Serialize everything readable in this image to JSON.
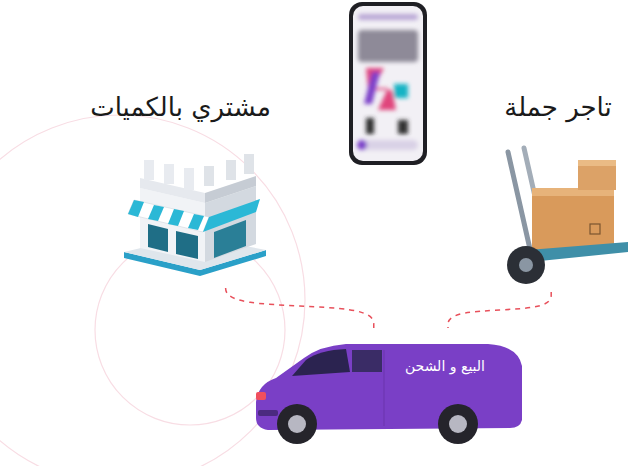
{
  "diagram": {
    "nodes": [
      {
        "text": [
          "مشتري بالكميات"
        ]
      },
      {
        "text": [
          "تاجر جملة"
        ]
      },
      {
        "text": [
          "البيع و الشحن"
        ]
      }
    ],
    "edges": [
      {
        "from": 1,
        "to": 2,
        "arrow": "none"
      },
      {
        "from": 2,
        "to": 0,
        "arrow": "none"
      }
    ]
  }
}
